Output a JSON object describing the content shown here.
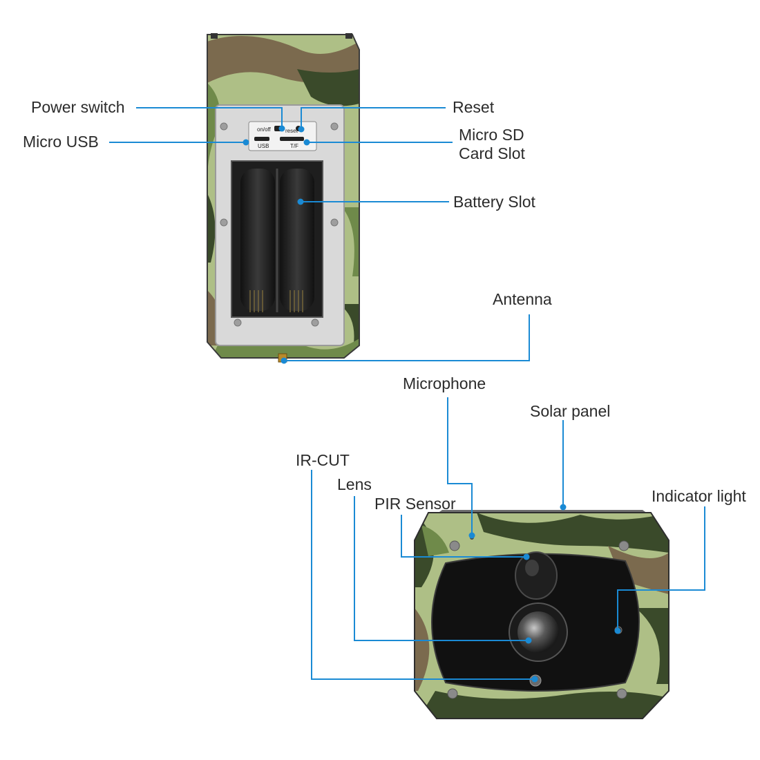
{
  "colors": {
    "leader": "#1a8ad4",
    "camo_light": "#aebf86",
    "camo_mid": "#6f8a4a",
    "camo_dark": "#3a4a2a",
    "camo_brown": "#7b6a4e",
    "faceplate": "#111111",
    "tray": "#d9d9d9"
  },
  "labels": {
    "power_switch": "Power switch",
    "reset": "Reset",
    "micro_usb": "Micro USB",
    "micro_sd_1": "Micro SD",
    "micro_sd_2": "Card Slot",
    "battery_slot": "Battery Slot",
    "antenna": "Antenna",
    "microphone": "Microphone",
    "solar_panel": "Solar panel",
    "ir_cut": "IR-CUT",
    "lens": "Lens",
    "pir_sensor": "PIR Sensor",
    "indicator_light": "Indicator light"
  },
  "device_marks": {
    "on_off": "on/off",
    "reset": "reset",
    "usb": "USB",
    "tf": "T/F"
  }
}
